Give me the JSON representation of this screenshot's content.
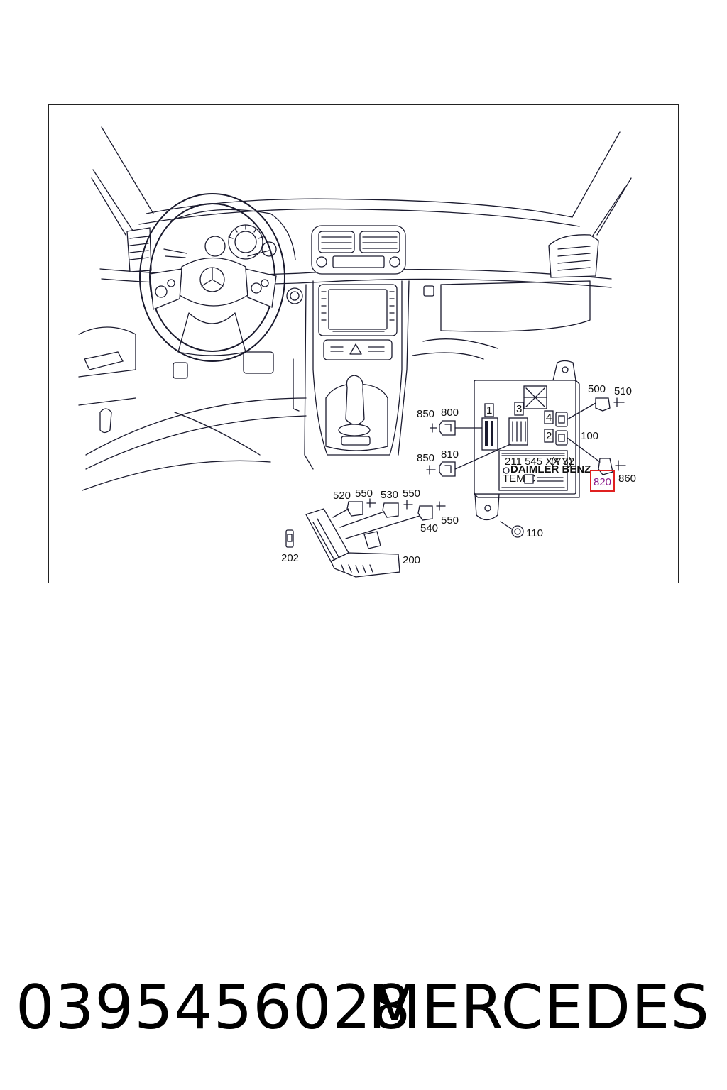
{
  "diagram": {
    "callouts": {
      "c500": "500",
      "c510": "510",
      "c100": "100",
      "c850a": "850",
      "c800": "800",
      "c850b": "850",
      "c810": "810",
      "c820": "820",
      "c860": "860",
      "c520": "520",
      "c550a": "550",
      "c530": "530",
      "c550b": "550",
      "c540": "540",
      "c550c": "550",
      "c110": "110",
      "c202": "202",
      "c200": "200"
    },
    "module_label": {
      "part": "211 545 XX 32",
      "ver": "(YY)",
      "brand": "DAIMLER BENZ",
      "maker": "TEMIC",
      "pin1": "1",
      "pin2": "2",
      "pin3": "3",
      "pin4": "4"
    },
    "highlight_color": "#e02020"
  },
  "footer": {
    "part_number": "0395456028",
    "brand": "MERCEDES"
  }
}
